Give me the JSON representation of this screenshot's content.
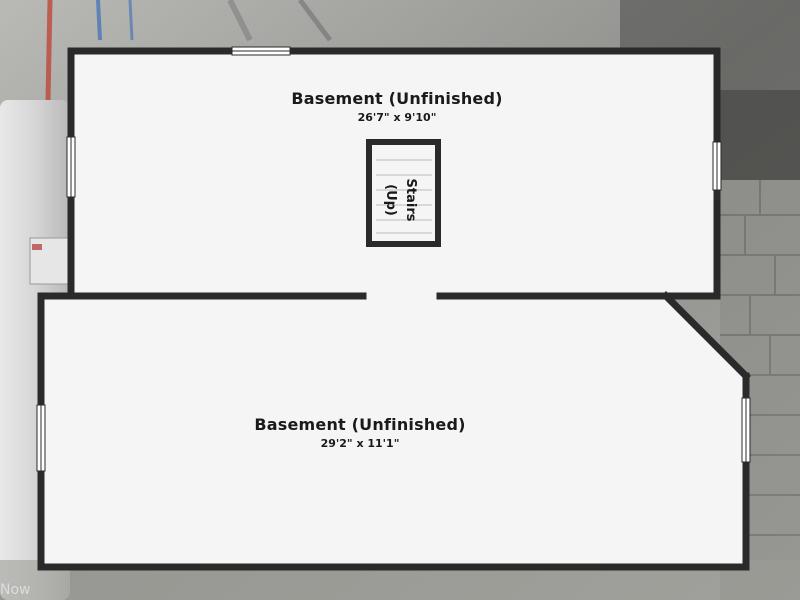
{
  "rooms": [
    {
      "name": "Basement (Unfinished)",
      "dimensions": "26'7\" x 9'10\""
    },
    {
      "name": "Basement (Unfinished)",
      "dimensions": "29'2\" x 11'1\""
    }
  ],
  "stairs": {
    "line1": "Stairs",
    "line2": "(Up)"
  },
  "watermark": "Now",
  "colors": {
    "floor": "#f5f5f5",
    "wall": "#2a2a2a",
    "window": "#ffffff"
  }
}
